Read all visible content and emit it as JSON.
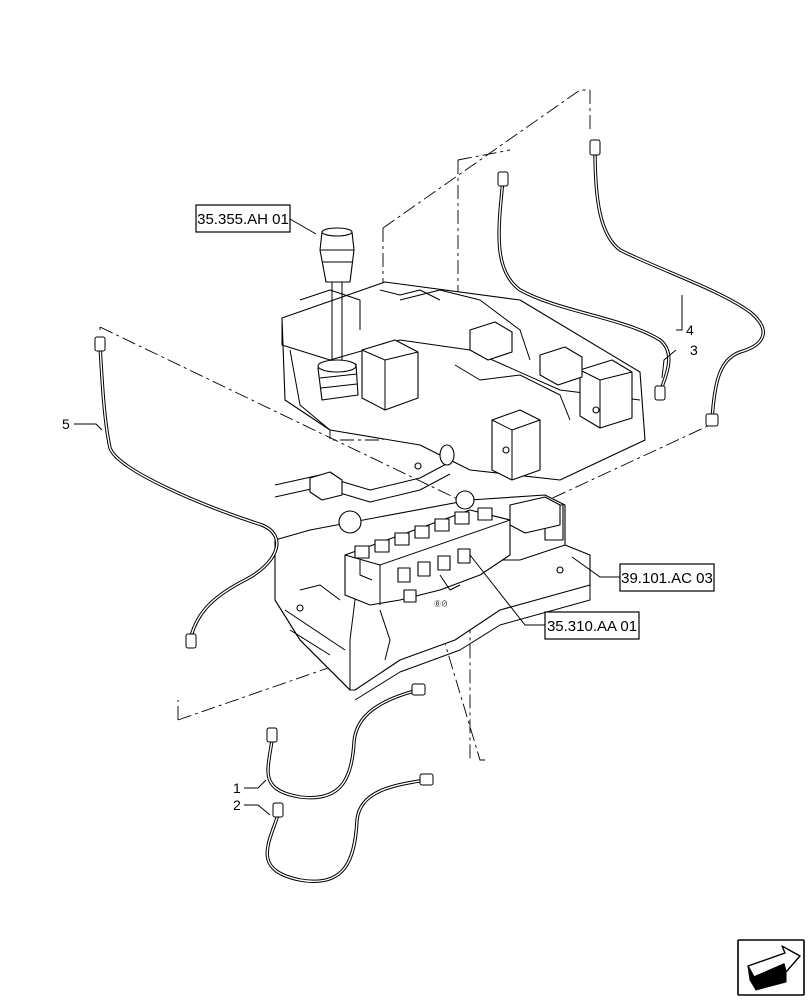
{
  "references": {
    "ref_pilot_filter": "35.355.AH 01",
    "ref_frame": "39.101.AC 03",
    "ref_valve": "35.310.AA 01"
  },
  "callouts": {
    "item_1": "1",
    "item_2": "2",
    "item_3": "3",
    "item_4": "4",
    "item_5": "5"
  },
  "icons": {
    "navigation": "next-page-arrow-icon"
  }
}
